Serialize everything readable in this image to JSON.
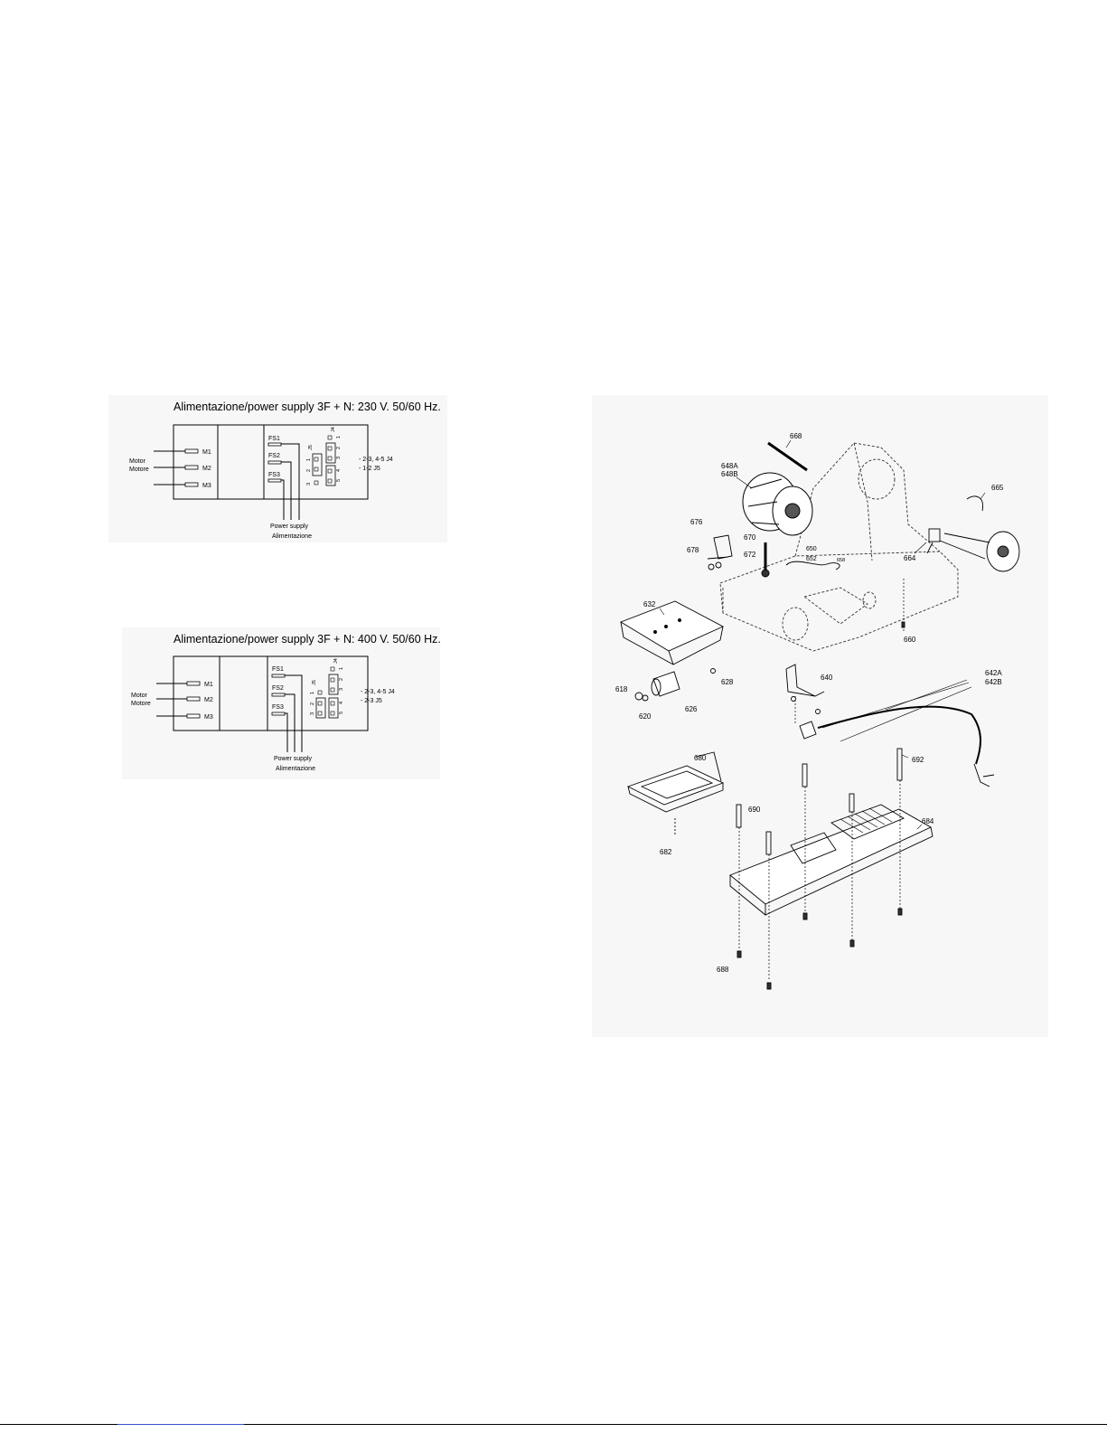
{
  "wiring_230": {
    "title": "Alimentazione/power supply 3F + N: 230 V. 50/60 Hz.",
    "motor_label": "Motor",
    "motor_label_it": "Motore",
    "terminals": [
      "M1",
      "M2",
      "M3"
    ],
    "fuses": [
      "FS1",
      "FS2",
      "FS3"
    ],
    "j4_label": "J4",
    "j5_label": "J5",
    "jumper_note_1": "- 2-3, 4-5 J4",
    "jumper_note_2": "- 1-2 J5",
    "supply_label": "Power supply",
    "supply_label_it": "Alimentazione"
  },
  "wiring_400": {
    "title": "Alimentazione/power supply 3F + N: 400 V. 50/60 Hz.",
    "motor_label": "Motor",
    "motor_label_it": "Motore",
    "terminals": [
      "M1",
      "M2",
      "M3"
    ],
    "fuses": [
      "FS1",
      "FS2",
      "FS3"
    ],
    "j4_label": "J4",
    "j5_label": "J5",
    "jumper_note_1": "- 2-3, 4-5 J4",
    "jumper_note_2": "- 2-3 J5",
    "supply_label": "Power supply",
    "supply_label_it": "Alimentazione"
  },
  "pin_numbers": [
    "1",
    "2",
    "3",
    "4",
    "5"
  ],
  "exploded_view": {
    "parts": {
      "p668": "668",
      "p648a": "648A",
      "p648b": "648B",
      "p665": "665",
      "p676": "676",
      "p678": "678",
      "p670": "670",
      "p672": "672",
      "p650": "650",
      "p652": "652",
      "p658": "658",
      "p664": "664",
      "p632": "632",
      "p660": "660",
      "p640": "640",
      "p642a": "642A",
      "p642b": "642B",
      "p618": "618",
      "p628": "628",
      "p620": "620",
      "p626": "626",
      "p680": "680",
      "p692": "692",
      "p690": "690",
      "p684": "684",
      "p682": "682",
      "p688": "688"
    }
  }
}
